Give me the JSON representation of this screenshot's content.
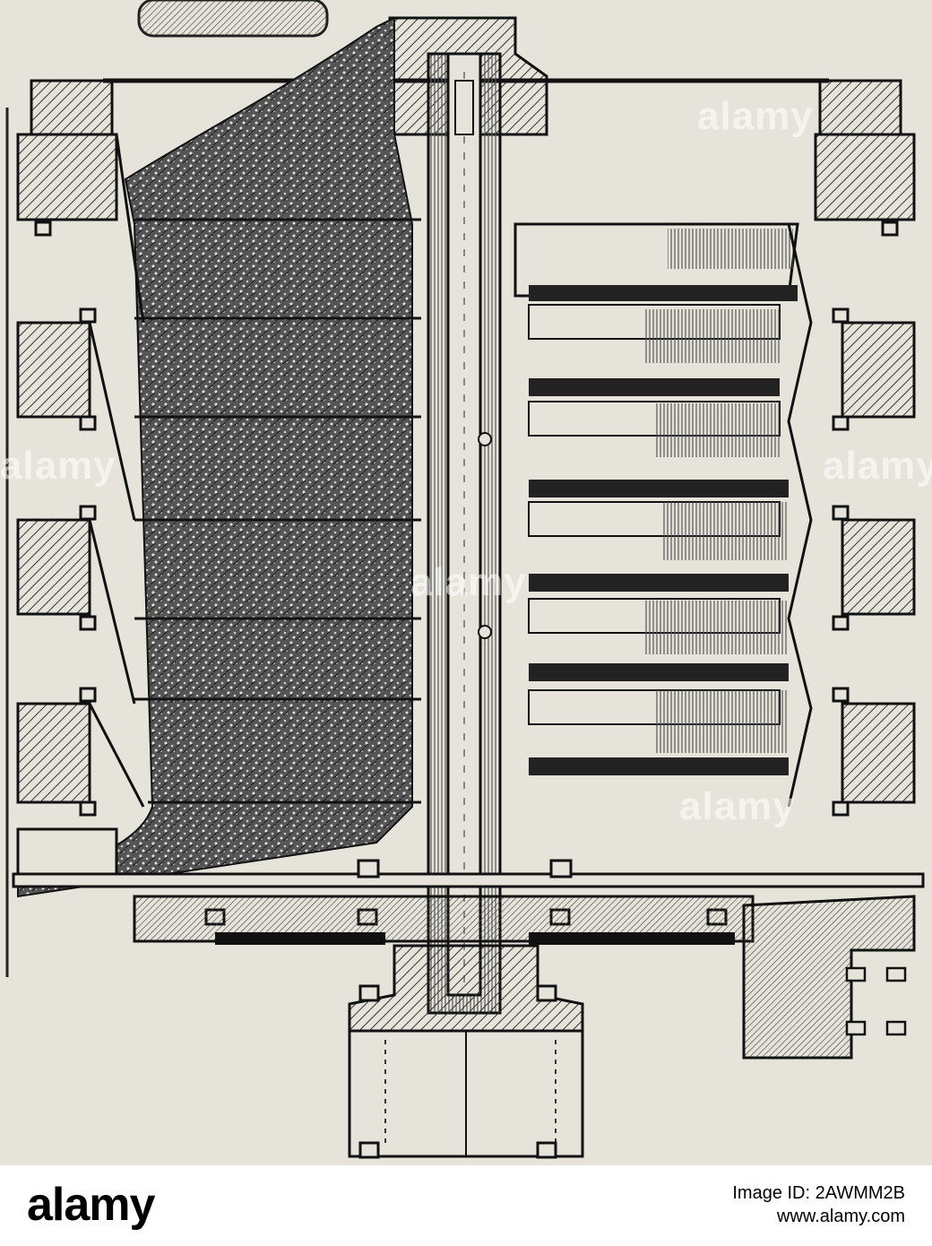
{
  "watermarks": [
    {
      "text": "alamy"
    },
    {
      "text": "alamy"
    },
    {
      "text": "alamy"
    },
    {
      "text": "alamy"
    },
    {
      "text": "alamy"
    }
  ],
  "footer": {
    "logo": "alamy",
    "image_id": "Image ID: 2AWMM2B",
    "url": "www.alamy.com"
  },
  "colors": {
    "paper": "#e6e4da",
    "ink": "#1a1a1a",
    "footer_bg": "#ffffff"
  }
}
